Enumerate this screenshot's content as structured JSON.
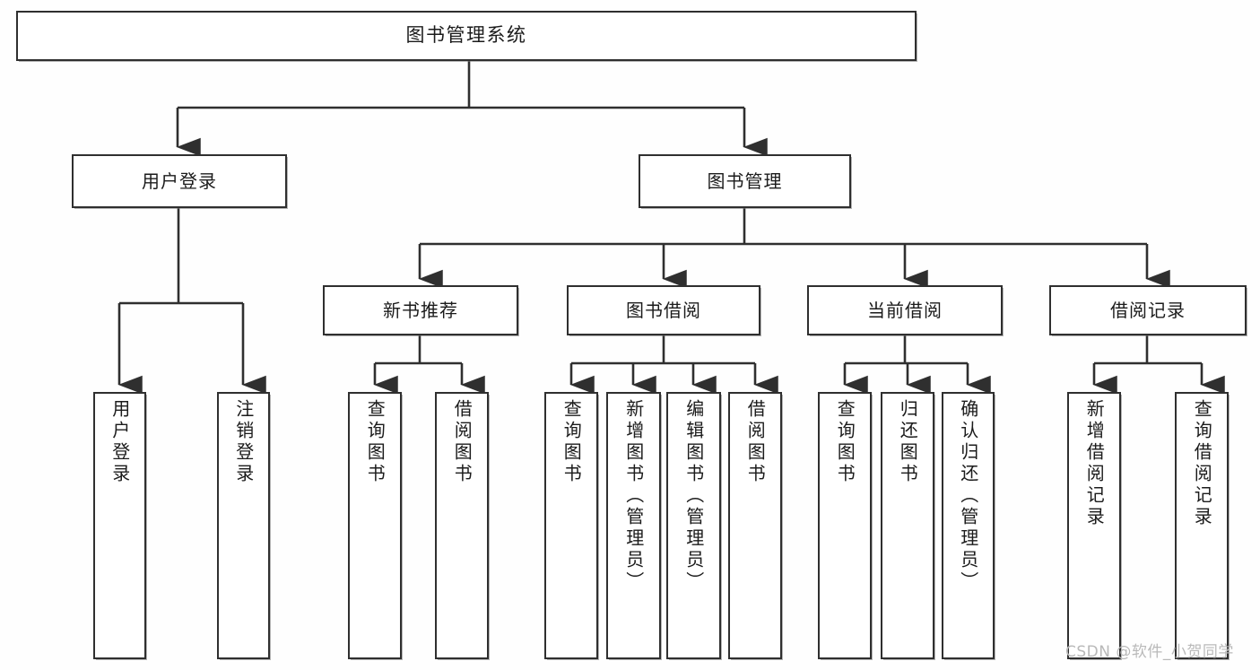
{
  "diagram": {
    "title_node": {
      "label": "图书管理系统"
    },
    "level1": [
      {
        "id": "user-login",
        "label": "用户登录"
      },
      {
        "id": "book-manage",
        "label": "图书管理"
      }
    ],
    "level2": [
      {
        "id": "new-book-recommend",
        "label": "新书推荐"
      },
      {
        "id": "book-borrow",
        "label": "图书借阅"
      },
      {
        "id": "current-borrow",
        "label": "当前借阅"
      },
      {
        "id": "borrow-record",
        "label": "借阅记录"
      }
    ],
    "leaves": [
      {
        "id": "leaf-user-login",
        "label": "用户登录"
      },
      {
        "id": "leaf-user-logout",
        "label": "注销登录"
      },
      {
        "id": "leaf-query-book-1",
        "label": "查询图书"
      },
      {
        "id": "leaf-borrow-book-1",
        "label": "借阅图书"
      },
      {
        "id": "leaf-query-book-2",
        "label": "查询图书"
      },
      {
        "id": "leaf-add-book-admin",
        "label": "新增图书（管理员）"
      },
      {
        "id": "leaf-edit-book-admin",
        "label": "编辑图书（管理员）"
      },
      {
        "id": "leaf-borrow-book-2",
        "label": "借阅图书"
      },
      {
        "id": "leaf-query-book-3",
        "label": "查询图书"
      },
      {
        "id": "leaf-return-book",
        "label": "归还图书"
      },
      {
        "id": "leaf-confirm-return",
        "label": "确认归还（管理员）"
      },
      {
        "id": "leaf-add-record",
        "label": "新增借阅记录"
      },
      {
        "id": "leaf-query-record",
        "label": "查询借阅记录"
      }
    ]
  },
  "watermark": {
    "text": "CSDN @软件_小贺同学"
  },
  "colors": {
    "border": "#2f2f2f",
    "box_fill": "#ffffff",
    "page_bg": "#fefefe",
    "text": "#1b1b1b",
    "watermark": "#b9b9b9"
  }
}
